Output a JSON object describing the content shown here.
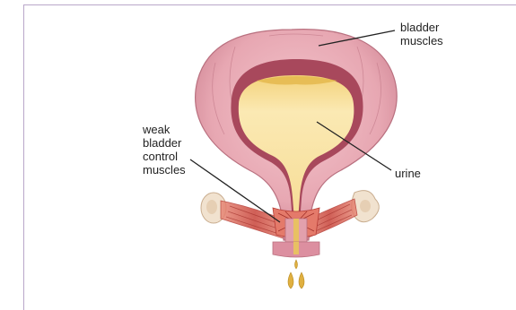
{
  "labels": {
    "bladder_muscles": "bladder\nmuscles",
    "weak_bladder_control_muscles": "weak\nbladder\ncontrol\nmuscles",
    "urine": "urine"
  },
  "colors": {
    "frame_border": "#b9a7c9",
    "bladder_wall": "#e7a7b2",
    "bladder_wall_dark": "#c27585",
    "urine": "#f8e4a4",
    "urine_dark": "#e3b64a",
    "pelvic_muscle": "#d45a4a",
    "bone": "#f1e2cf",
    "leader_line": "#222222"
  }
}
